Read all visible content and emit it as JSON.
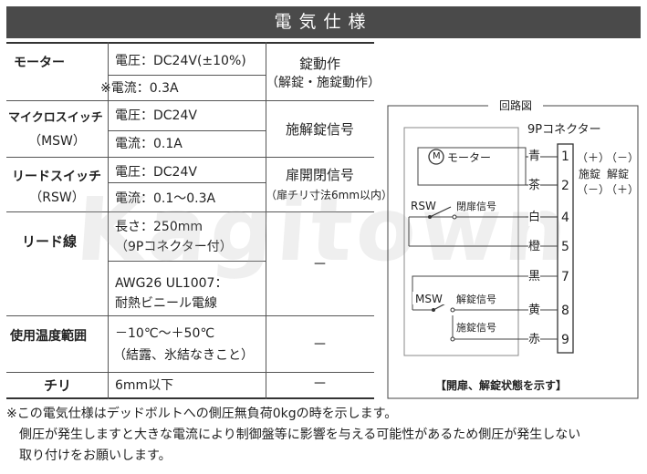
{
  "title": "電気仕様",
  "watermark": "Kagitown",
  "spec_table": {
    "motor": {
      "name": "モーター",
      "voltage": "電圧：DC24V(±10%)",
      "current": "※電流：0.3A",
      "function_line1": "錠動作",
      "function_line2": "（解錠・施錠動作）"
    },
    "microswitch": {
      "name": "マイクロスイッチ",
      "abbr": "（MSW）",
      "voltage": "電圧：DC24V",
      "current": "電流：0.1A",
      "function": "施解錠信号"
    },
    "reed_switch": {
      "name": "リードスイッチ",
      "abbr": "（RSW）",
      "voltage": "電圧：DC24V",
      "current": "電流：0.1～0.3A",
      "function_line1": "扉開閉信号",
      "function_line2": "（扉チリ寸法6mm以内）"
    },
    "lead_wire": {
      "name": "リード線",
      "length_line1": "長さ：250mm",
      "length_line2": "（9Pコネクター付）",
      "wire_line1": "AWG26 UL1007：",
      "wire_line2": "耐熱ビニール電線",
      "function": "－"
    },
    "temperature": {
      "name": "使用温度範囲",
      "range_line1": "－10℃～＋50℃",
      "range_line2": "（結露、氷結なきこと）",
      "function": "－"
    },
    "gap": {
      "name": "チリ",
      "value": "6mm以下",
      "function": "－"
    }
  },
  "circuit": {
    "title": "回路図",
    "connector_label": "9Pコネクター",
    "motor_label": "モーター",
    "motor_symbol": "M",
    "rsw_label": "RSW",
    "rsw_signal": "閉扉信号",
    "msw_label": "MSW",
    "unlock_signal": "解錠信号",
    "lock_signal": "施錠信号",
    "polarity_plus": "（＋）",
    "polarity_minus": "（－）",
    "lock_label": "施錠",
    "unlock_label": "解錠",
    "caption": "【開扉、解錠状態を示す】",
    "pins": [
      {
        "color": "青",
        "number": "1"
      },
      {
        "color": "茶",
        "number": "2"
      },
      {
        "color": "白",
        "number": "4"
      },
      {
        "color": "橙",
        "number": "5"
      },
      {
        "color": "黒",
        "number": "7"
      },
      {
        "color": "黄",
        "number": "8"
      },
      {
        "color": "赤",
        "number": "9"
      }
    ]
  },
  "notes": [
    "※この電気仕様はデッドボルトへの側圧無負荷0kgの時を示します。",
    "　側圧が発生しますと大きな電流により制御盤等に影響を与える可能性があるため側圧が発生しない",
    "　取り付けをお願いします。"
  ]
}
